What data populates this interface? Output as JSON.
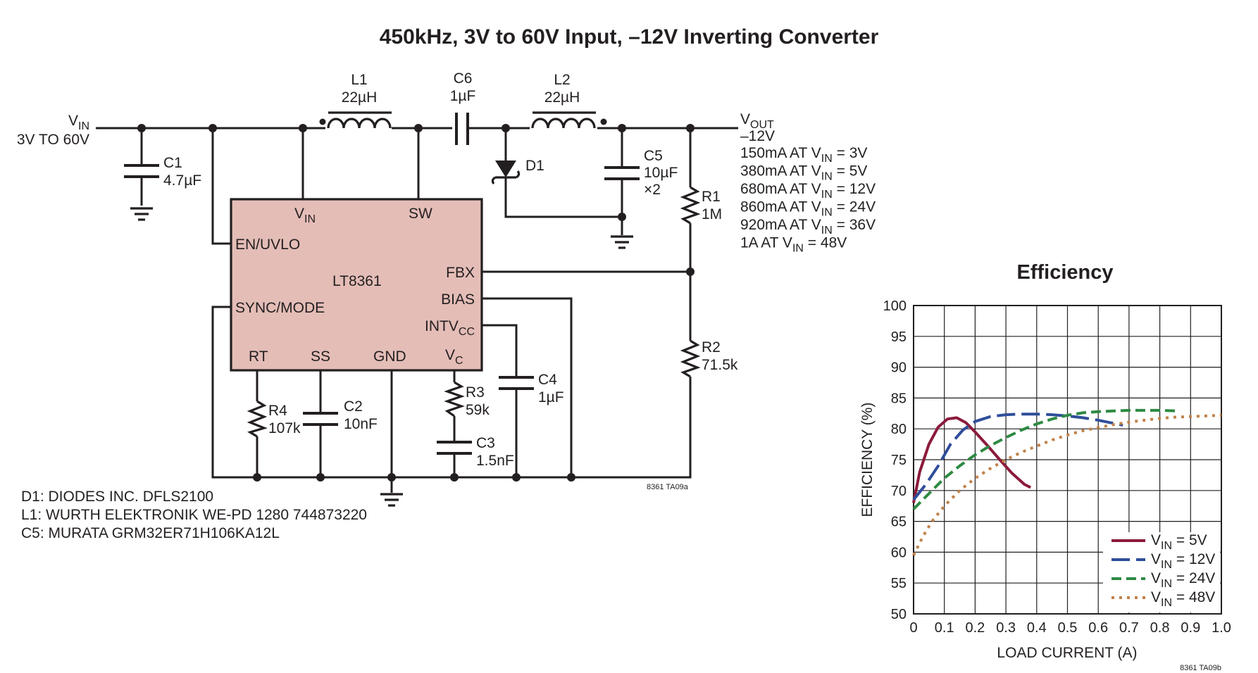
{
  "title": "450kHz, 3V to 60V Input, –12V Inverting Converter",
  "colors": {
    "ic_fill": "#e4bdb7",
    "ink": "#231f20",
    "s5": "#8b1a3b",
    "s12": "#2f4e9a",
    "s24": "#2e8a43",
    "s48": "#c0824a"
  },
  "schematic": {
    "vin": {
      "main": "V",
      "sub": "IN",
      "range": "3V TO 60V"
    },
    "vout": {
      "main": "V",
      "sub": "OUT",
      "value": "–12V"
    },
    "load_specs": [
      {
        "pre": "150mA AT V",
        "sub": "IN",
        "post": " = 3V"
      },
      {
        "pre": "380mA AT V",
        "sub": "IN",
        "post": " = 5V"
      },
      {
        "pre": "680mA AT V",
        "sub": "IN",
        "post": " = 12V"
      },
      {
        "pre": "860mA AT V",
        "sub": "IN",
        "post": " = 24V"
      },
      {
        "pre": "920mA AT V",
        "sub": "IN",
        "post": " = 36V"
      },
      {
        "pre": "1A AT V",
        "sub": "IN",
        "post": " = 48V"
      }
    ],
    "l1": {
      "ref": "L1",
      "value": "22µH"
    },
    "l2": {
      "ref": "L2",
      "value": "22µH"
    },
    "c6": {
      "ref": "C6",
      "value": "1µF"
    },
    "c1": {
      "ref": "C1",
      "value": "4.7µF"
    },
    "c5": {
      "ref": "C5",
      "value": "10µF",
      "mult": "×2"
    },
    "d1": {
      "ref": "D1"
    },
    "r1": {
      "ref": "R1",
      "value": "1M"
    },
    "r2": {
      "ref": "R2",
      "value": "71.5k"
    },
    "r3": {
      "ref": "R3",
      "value": "59k"
    },
    "r4": {
      "ref": "R4",
      "value": "107k"
    },
    "c2": {
      "ref": "C2",
      "value": "10nF"
    },
    "c3": {
      "ref": "C3",
      "value": "1.5nF"
    },
    "c4": {
      "ref": "C4",
      "value": "1µF"
    },
    "ic": {
      "name": "LT8361",
      "pins": {
        "vin_main": "V",
        "vin_sub": "IN",
        "sw": "SW",
        "en": "EN/UVLO",
        "sync": "SYNC/MODE",
        "fbx": "FBX",
        "bias": "BIAS",
        "intv_main": "INTV",
        "intv_sub": "CC",
        "rt": "RT",
        "ss": "SS",
        "gnd": "GND",
        "vc_main": "V",
        "vc_sub": "C"
      }
    },
    "notes": [
      "D1: DIODES INC. DFLS2100",
      "L1: WURTH ELEKTRONIK WE-PD 1280 744873220",
      "C5: MURATA GRM32ER71H106KA12L"
    ],
    "fig_id": "8361 TA09a"
  },
  "chart_data": {
    "type": "line",
    "title": "Efficiency",
    "xlabel": "LOAD CURRENT (A)",
    "ylabel": "EFFICIENCY (%)",
    "xlim": [
      0,
      1.0
    ],
    "ylim": [
      50,
      100
    ],
    "x_ticks": [
      "0",
      "0.1",
      "0.2",
      "0.3",
      "0.4",
      "0.5",
      "0.6",
      "0.7",
      "0.8",
      "0.9",
      "1.0"
    ],
    "y_ticks": [
      "50",
      "55",
      "60",
      "65",
      "70",
      "75",
      "80",
      "85",
      "90",
      "95",
      "100"
    ],
    "grid": true,
    "legend_position": "bottom-right",
    "fig_id": "8361 TA09b",
    "series": [
      {
        "legend_main": "V",
        "legend_sub": "IN",
        "legend_post": " = 5V",
        "color": "#8b1a3b",
        "dash": "solid",
        "x": [
          0,
          0.02,
          0.05,
          0.08,
          0.11,
          0.14,
          0.17,
          0.2,
          0.24,
          0.28,
          0.32,
          0.36,
          0.38
        ],
        "y": [
          68,
          73,
          77.5,
          80.3,
          81.6,
          81.8,
          81,
          79.5,
          77.3,
          75,
          72.8,
          71,
          70.5
        ]
      },
      {
        "legend_main": "V",
        "legend_sub": "IN",
        "legend_post": " = 12V",
        "color": "#2f4e9a",
        "dash": "long",
        "x": [
          0,
          0.04,
          0.08,
          0.12,
          0.16,
          0.2,
          0.25,
          0.3,
          0.35,
          0.4,
          0.45,
          0.5,
          0.55,
          0.6,
          0.65,
          0.68
        ],
        "y": [
          68.5,
          71,
          74,
          77.5,
          79.8,
          81.2,
          82,
          82.3,
          82.4,
          82.4,
          82.3,
          82.1,
          81.8,
          81.4,
          80.9,
          80.6
        ]
      },
      {
        "legend_main": "V",
        "legend_sub": "IN",
        "legend_post": " = 24V",
        "color": "#2e8a43",
        "dash": "medium",
        "x": [
          0,
          0.05,
          0.1,
          0.15,
          0.2,
          0.25,
          0.3,
          0.35,
          0.4,
          0.45,
          0.5,
          0.55,
          0.6,
          0.65,
          0.7,
          0.75,
          0.8,
          0.86
        ],
        "y": [
          67,
          69.5,
          72,
          74,
          75.8,
          77.3,
          78.6,
          79.8,
          80.8,
          81.6,
          82.2,
          82.6,
          82.8,
          82.9,
          83,
          83,
          83,
          82.9
        ]
      },
      {
        "legend_main": "V",
        "legend_sub": "IN",
        "legend_post": " = 48V",
        "color": "#c0824a",
        "dash": "dotted",
        "x": [
          0,
          0.03,
          0.06,
          0.1,
          0.15,
          0.2,
          0.25,
          0.3,
          0.35,
          0.4,
          0.45,
          0.5,
          0.55,
          0.6,
          0.65,
          0.7,
          0.75,
          0.8,
          0.85,
          0.9,
          0.95,
          1.0
        ],
        "y": [
          59.5,
          62.5,
          65,
          67.5,
          70,
          72,
          73.6,
          75,
          76.2,
          77.2,
          78.2,
          79,
          79.7,
          80.2,
          80.7,
          81.1,
          81.4,
          81.7,
          81.9,
          82,
          82.1,
          82.2
        ]
      }
    ]
  }
}
